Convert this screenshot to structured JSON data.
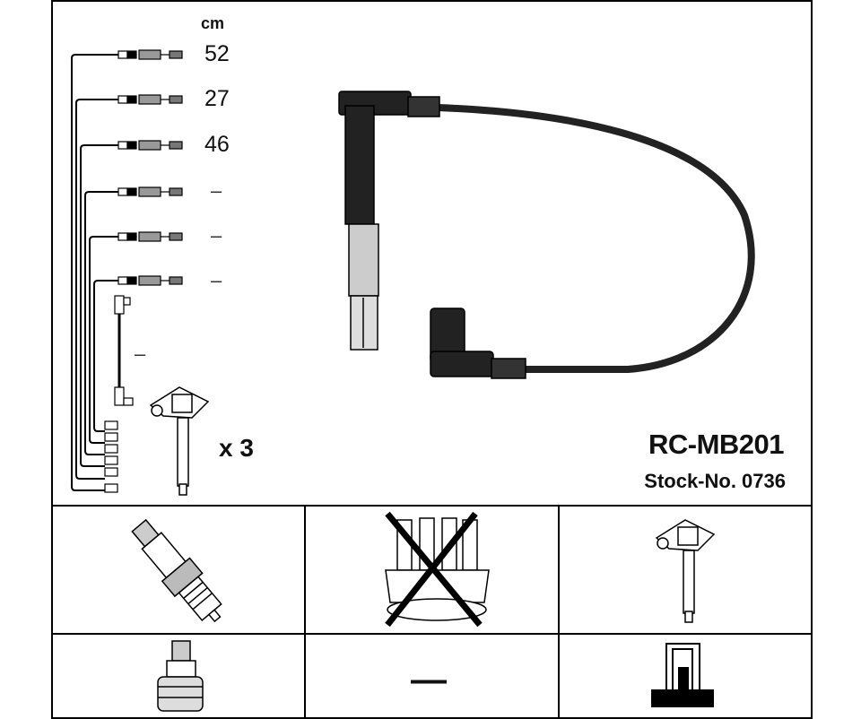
{
  "product": {
    "part_number": "RC-MB201",
    "stock_number": "Stock-No. 0736"
  },
  "lengths": {
    "unit": "cm",
    "items": [
      "52",
      "27",
      "46",
      "–",
      "–",
      "–"
    ],
    "coil_lead": "–"
  },
  "coil_quantity": "x 3",
  "components": {
    "cap_lead": "—"
  }
}
